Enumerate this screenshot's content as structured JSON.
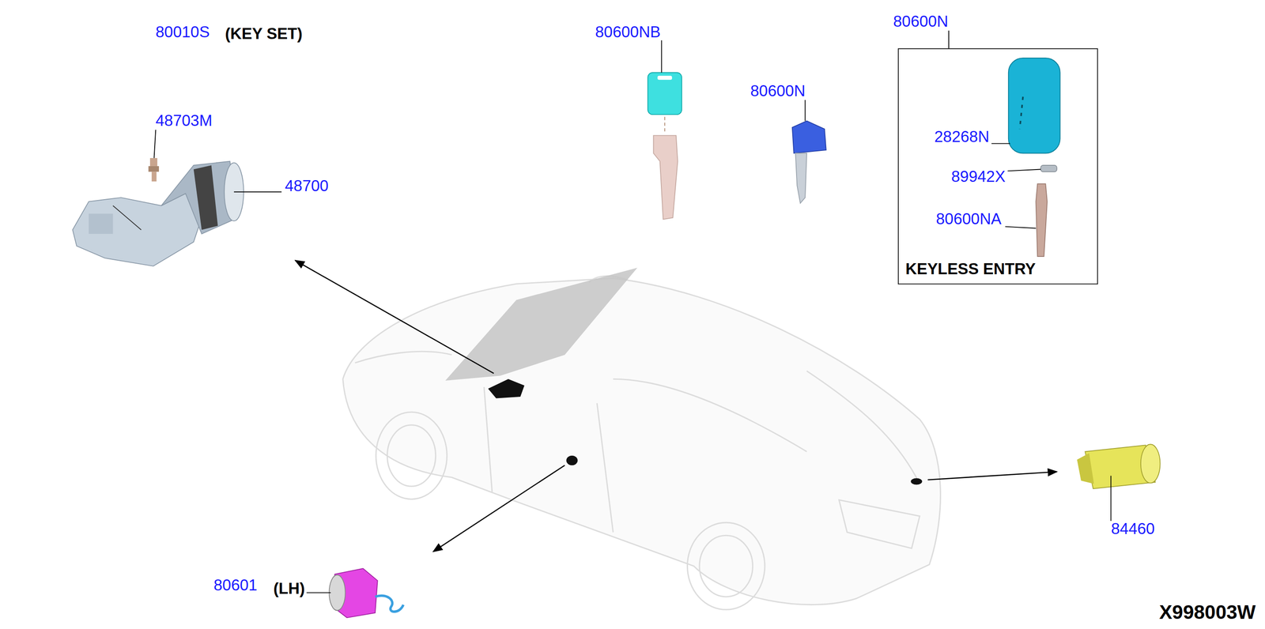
{
  "diagram": {
    "nodes": [
      {
        "text": [
          "KEYLESS ENTRY"
        ]
      }
    ],
    "labels": [
      "80010S",
      "(KEY SET)",
      "48703M",
      "48700",
      "80600NB",
      "80600N",
      "80600N",
      "28268N",
      "89942X",
      "80600NA",
      "84460",
      "80601",
      "(LH)",
      "X998003W"
    ]
  }
}
